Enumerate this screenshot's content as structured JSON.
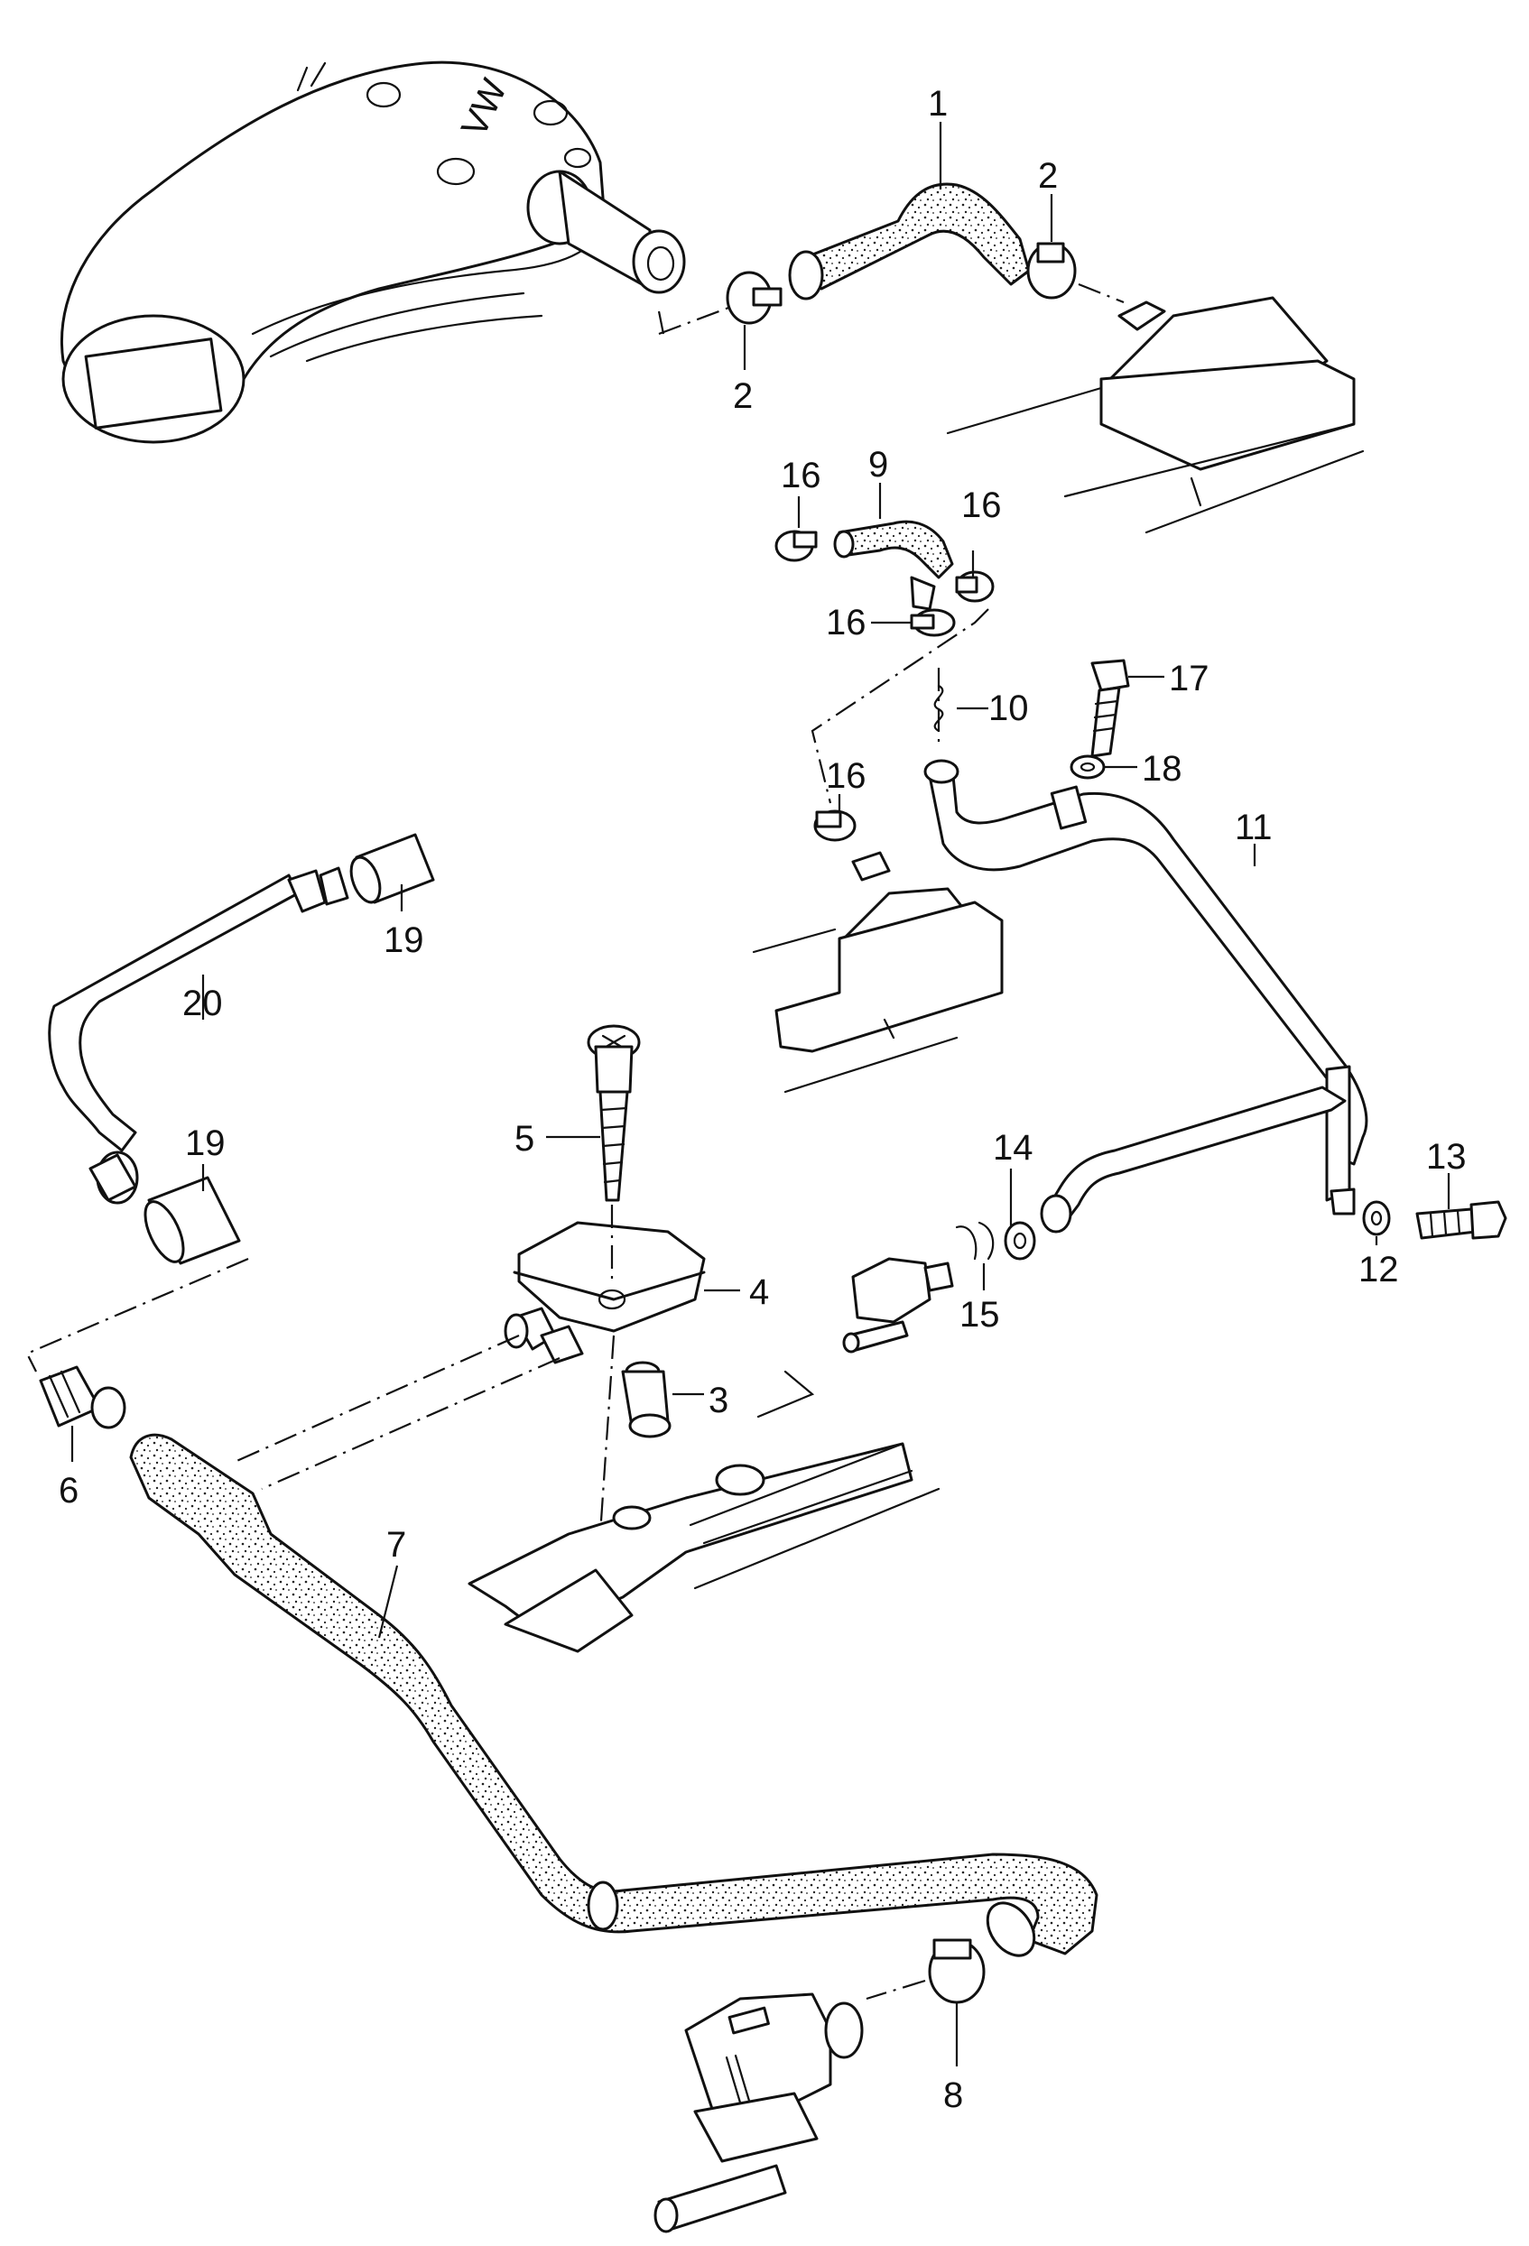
{
  "diagram": {
    "callouts": [
      {
        "id": "c1",
        "label": "1"
      },
      {
        "id": "c2a",
        "label": "2"
      },
      {
        "id": "c2b",
        "label": "2"
      },
      {
        "id": "c3",
        "label": "3"
      },
      {
        "id": "c4",
        "label": "4"
      },
      {
        "id": "c5",
        "label": "5"
      },
      {
        "id": "c6",
        "label": "6"
      },
      {
        "id": "c7",
        "label": "7"
      },
      {
        "id": "c8",
        "label": "8"
      },
      {
        "id": "c9",
        "label": "9"
      },
      {
        "id": "c10",
        "label": "10"
      },
      {
        "id": "c11",
        "label": "11"
      },
      {
        "id": "c12",
        "label": "12"
      },
      {
        "id": "c13",
        "label": "13"
      },
      {
        "id": "c14",
        "label": "14"
      },
      {
        "id": "c15",
        "label": "15"
      },
      {
        "id": "c16a",
        "label": "16"
      },
      {
        "id": "c16b",
        "label": "16"
      },
      {
        "id": "c16c",
        "label": "16"
      },
      {
        "id": "c16d",
        "label": "16"
      },
      {
        "id": "c17",
        "label": "17"
      },
      {
        "id": "c18",
        "label": "18"
      },
      {
        "id": "c19a",
        "label": "19"
      },
      {
        "id": "c19b",
        "label": "19"
      },
      {
        "id": "c20",
        "label": "20"
      }
    ],
    "logo_text": "VW"
  }
}
